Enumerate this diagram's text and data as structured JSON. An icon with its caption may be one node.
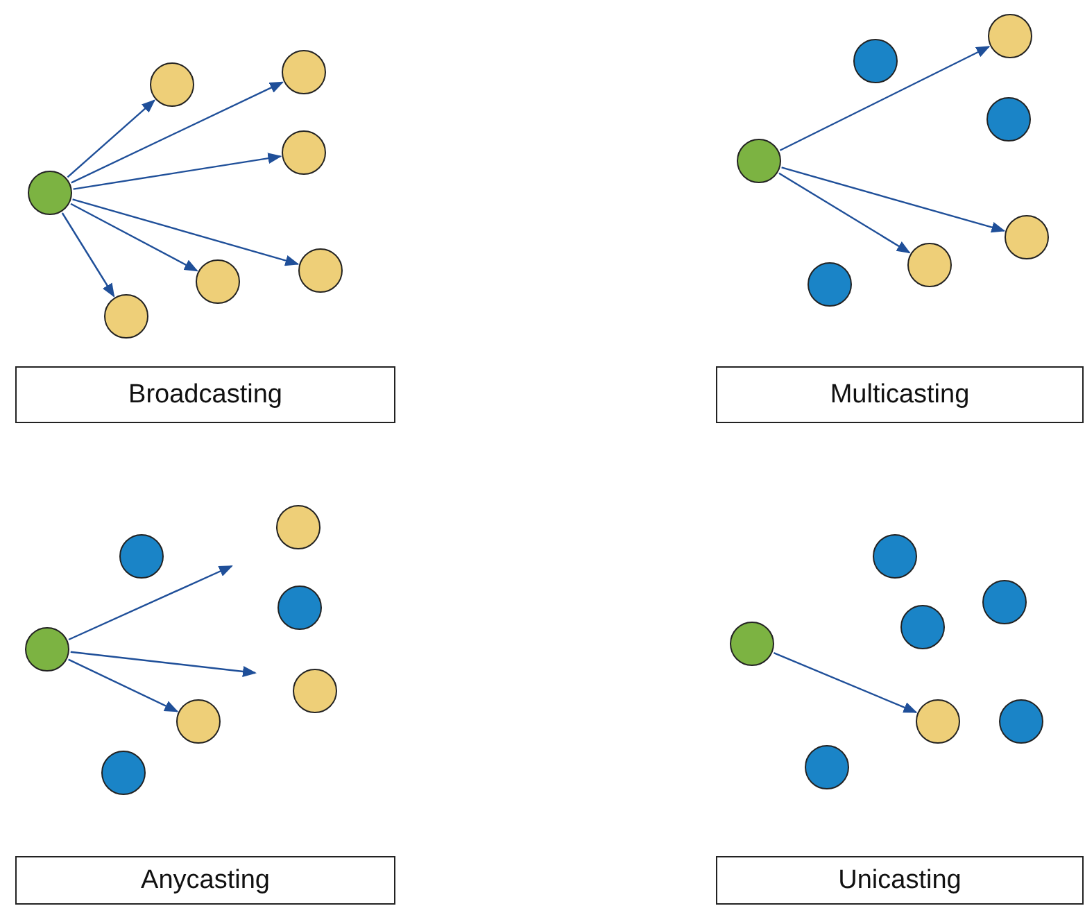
{
  "diagram": {
    "nodes": [
      {
        "text": [],
        "shape": "circle"
      },
      {
        "text": [],
        "shape": "circle"
      },
      {
        "text": [],
        "shape": "circle"
      },
      {
        "text": [],
        "shape": "circle"
      },
      {
        "text": [],
        "shape": "circle"
      },
      {
        "text": [],
        "shape": "circle"
      },
      {
        "text": [],
        "shape": "circle"
      },
      {
        "text": [
          "Broadcasting"
        ]
      },
      {
        "text": [],
        "shape": "circle"
      },
      {
        "text": [],
        "shape": "circle"
      },
      {
        "text": [],
        "shape": "circle"
      },
      {
        "text": [],
        "shape": "circle"
      },
      {
        "text": [],
        "shape": "circle"
      },
      {
        "text": [],
        "shape": "circle"
      },
      {
        "text": [],
        "shape": "circle"
      },
      {
        "text": [
          "Multicasting"
        ]
      },
      {
        "text": [],
        "shape": "circle"
      },
      {
        "text": [],
        "shape": "circle"
      },
      {
        "text": [],
        "shape": "circle"
      },
      {
        "text": [],
        "shape": "circle"
      },
      {
        "text": [],
        "shape": "circle"
      },
      {
        "text": [],
        "shape": "circle"
      },
      {
        "text": [],
        "shape": "circle"
      },
      {
        "text": [
          "Anycasting"
        ]
      },
      {
        "text": [],
        "shape": "circle"
      },
      {
        "text": [],
        "shape": "circle"
      },
      {
        "text": [],
        "shape": "circle"
      },
      {
        "text": [],
        "shape": "circle"
      },
      {
        "text": [],
        "shape": "circle"
      },
      {
        "text": [],
        "shape": "circle"
      },
      {
        "text": [],
        "shape": "circle"
      },
      {
        "text": [
          "Unicasting"
        ]
      }
    ],
    "edges": [
      {
        "from": 0,
        "to": 1,
        "arrow": "to"
      },
      {
        "from": 0,
        "to": 2,
        "arrow": "to"
      },
      {
        "from": 0,
        "to": 3,
        "arrow": "to"
      },
      {
        "from": 0,
        "to": 4,
        "arrow": "to"
      },
      {
        "from": 0,
        "to": 5,
        "arrow": "to"
      },
      {
        "from": 0,
        "to": 6,
        "arrow": "to"
      },
      {
        "from": 11,
        "to": 9,
        "arrow": "to"
      },
      {
        "from": 11,
        "to": 12,
        "arrow": "to"
      },
      {
        "from": 11,
        "to": 13,
        "arrow": "to"
      },
      {
        "from": 19,
        "to": null,
        "arrow": "to"
      },
      {
        "from": 19,
        "to": null,
        "arrow": "to"
      },
      {
        "from": 19,
        "to": 21,
        "arrow": "to"
      },
      {
        "from": 27,
        "to": 28,
        "arrow": "to"
      }
    ]
  }
}
